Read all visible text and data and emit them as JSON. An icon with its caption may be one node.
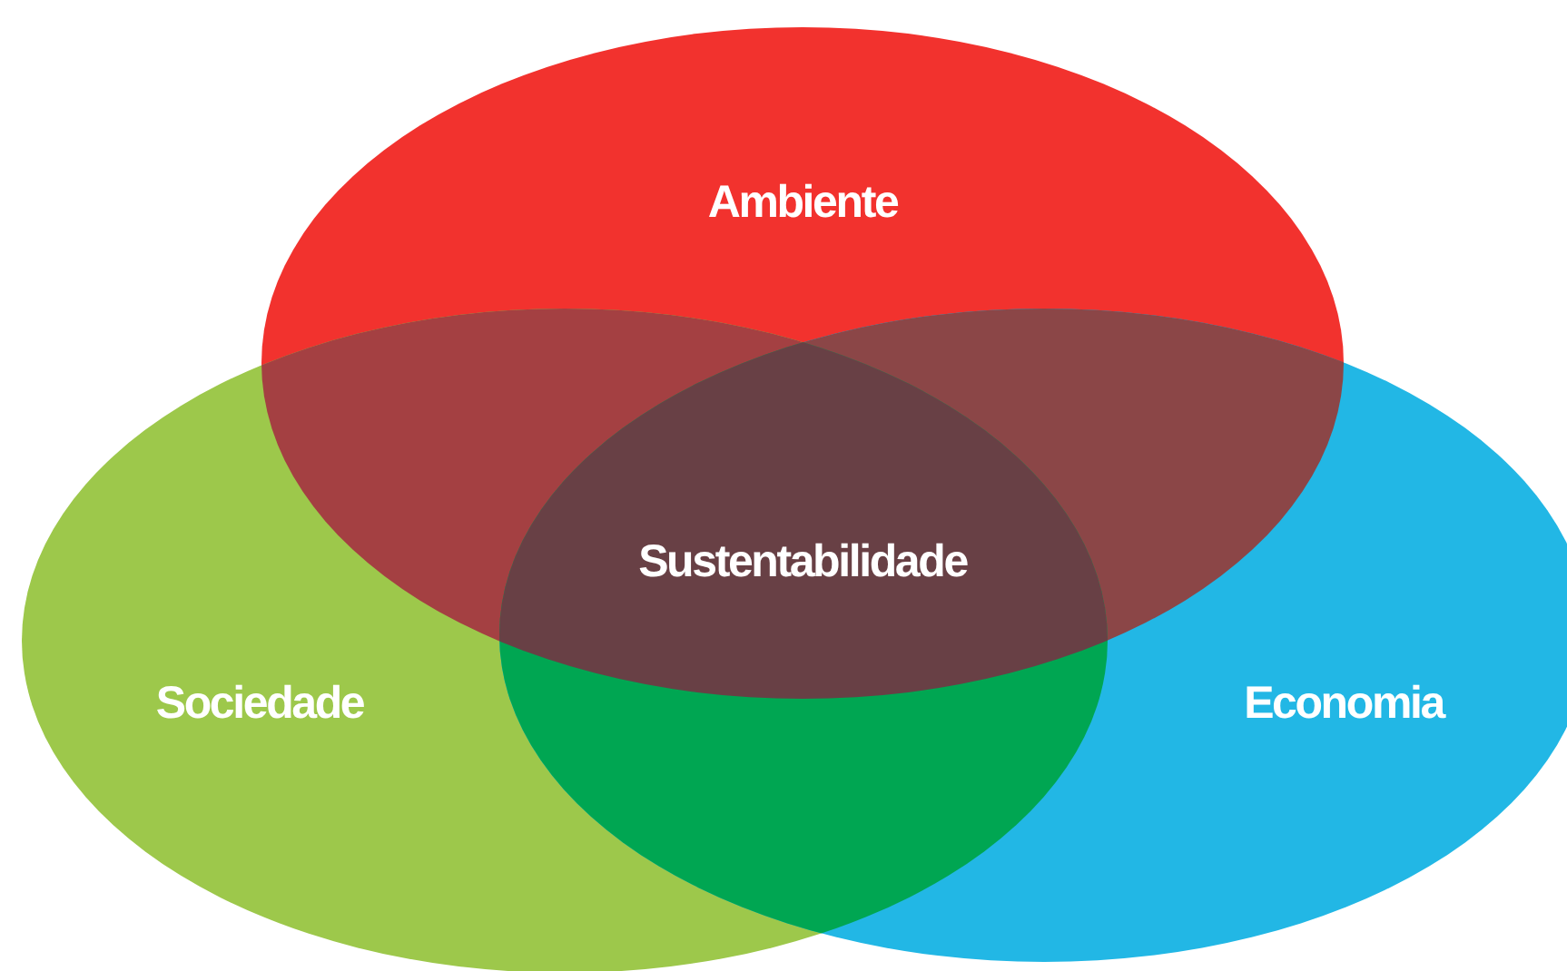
{
  "diagram": {
    "nodes": [
      {
        "text": [
          "Ambiente"
        ]
      },
      {
        "text": [
          "Sociedade"
        ]
      },
      {
        "text": [
          "Economia"
        ]
      }
    ],
    "labels": [
      "Sustentabilidade"
    ]
  }
}
